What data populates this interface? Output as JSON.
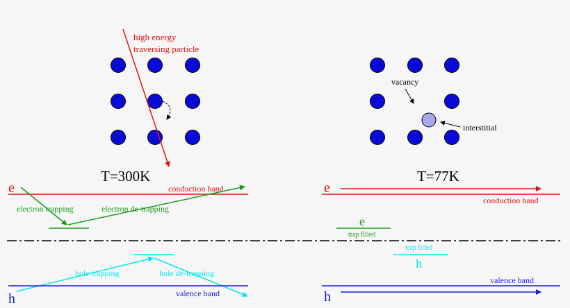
{
  "colors": {
    "atom_fill": "#0a0ad8",
    "interstitial_fill": "#a8a8f0",
    "red": "#e01010",
    "green": "#1a9a1a",
    "cyan": "#00e5f0",
    "blue": "#1a1ad8",
    "black": "#000000"
  },
  "left": {
    "particle_label_line1": "high energy",
    "particle_label_line2": "traversing particle",
    "temperature": "T=300K",
    "e_label": "e",
    "h_label": "h",
    "conduction_band": "conduction band",
    "valence_band": "valence band",
    "electron_trapping": "electron trapping",
    "electron_detrapping": "electron de-trapping",
    "hole_trapping": "hole trapping",
    "hole_detrapping": "hole de-trapping"
  },
  "right": {
    "vacancy": "vacancy",
    "interstitial": "interstitial",
    "temperature": "T=77K",
    "e_label": "e",
    "h_label": "h",
    "conduction_band": "conduction band",
    "valence_band": "valence band",
    "trap_e_label": "e",
    "trap_e_filled": "trap filled",
    "trap_h_label": "h",
    "trap_h_filled": "trap filled"
  }
}
